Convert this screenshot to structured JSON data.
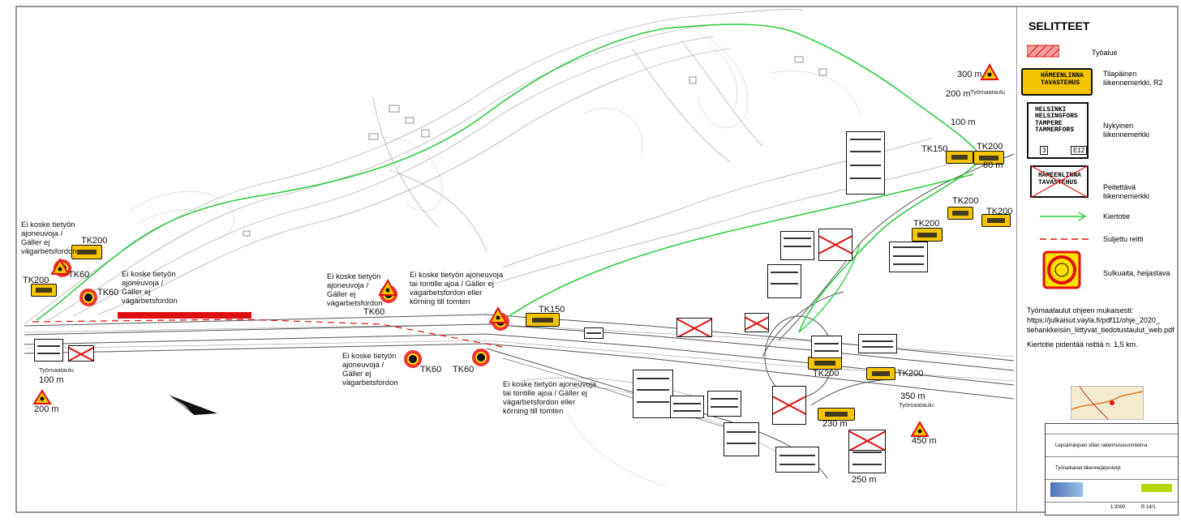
{
  "legend": {
    "title": "SELITTEET",
    "items": {
      "work_area": "Työalue",
      "temp_sign": "Tilapäinen\nliikennemerkki, R2",
      "current_sign": "Nykyinen\nliikennemerkki",
      "covered_sign": "Peitettävä\nliikennemerkki",
      "detour": "Kiertotie",
      "closed_route": "Suljettu reitti",
      "barrier": "Sulkuaita, heijastava"
    },
    "temp_sign_text": "HÄMEENLINNA\nTAVASTEHUS",
    "current_sign_text": "HELSINKI\nHELSINGFORS\nTAMPERE\nTAMMERFORS",
    "current_sign_codes": [
      "3",
      "E12"
    ],
    "covered_sign_text": "HÄMEENLINNA\nTAVASTEHUS",
    "note1": "Työmaataulut ohjeen mukaisesti:",
    "note_url": "https://julkaisut.vayla.fi/pdf11/ohje_2020_\ntiehankkeisiin_liittyvat_tiedotustaulut_web.pdf",
    "note2": "Kiertotie pidentää reittiä n. 1,5 km."
  },
  "map_labels": {
    "speed_signs": [
      "TK200",
      "TK200",
      "TK60",
      "TK60",
      "TK60",
      "TK60",
      "TK60",
      "TK150",
      "TK150",
      "TK200",
      "TK200",
      "TK200",
      "TK200",
      "TK200",
      "TK200"
    ],
    "distances": [
      "300 m",
      "200 m",
      "100 m",
      "80 m",
      "100 m",
      "200 m",
      "350 m",
      "230 m",
      "250 m",
      "450 m"
    ],
    "site_board": "Työmaataulu",
    "exempt_note_short": "Ei koske tietyön\najoneuvoja /\nGäller ej\nvägarbetsfordon",
    "exempt_note_long": "Ei koske tietyön ajoneuvoja\ntai tontille ajoa / Gäller ej\nvägarbetsfordon eller\nkörning till tomten"
  },
  "title_block": {
    "project": "Lepsämänjoen sillan rakennussuunnitelma",
    "drawing": "Työnaikaiset liikennejärjestelyt",
    "sheet_no": "R 14/1",
    "scale": "1:2000"
  },
  "colors": {
    "detour": "#2ecc40",
    "closed": "#e01010",
    "work_area": "#e01010",
    "sign_yellow": "#f4c400"
  }
}
